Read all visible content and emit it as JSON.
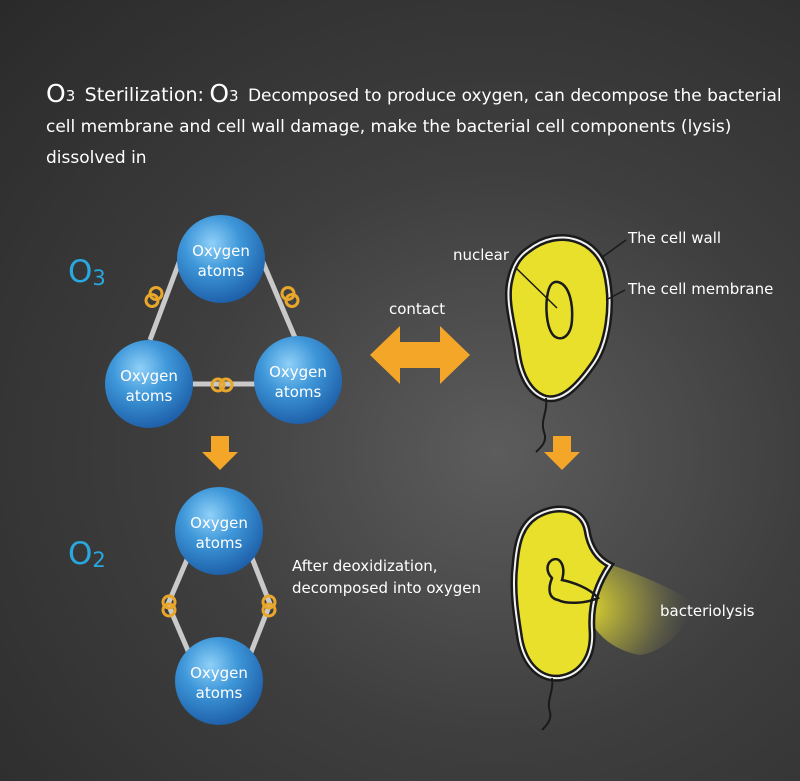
{
  "headline": {
    "o3_symbol": "O",
    "o3_subscript": "3",
    "title": "Sterilization:",
    "body": "Decomposed to produce oxygen, can decompose the bacterial cell membrane and cell wall damage, make the bacterial cell components (lysis) dissolved in"
  },
  "formulas": {
    "o3": {
      "symbol": "O",
      "subscript": "3"
    },
    "o2": {
      "symbol": "O",
      "subscript": "2"
    }
  },
  "atom_label": "Oxygen atoms",
  "labels": {
    "contact": "contact",
    "nuclear": "nuclear",
    "cell_wall": "The cell wall",
    "cell_membrane": "The cell membrane",
    "deoxidization": "After deoxidization, decomposed into oxygen",
    "bacteriolysis": "bacteriolysis"
  },
  "colors": {
    "atom_blue": "#3e97d9",
    "bond_gold": "#e8a72b",
    "arrow_orange": "#f4a629",
    "cell_yellow": "#e8e02b",
    "formula_blue": "#29a8e0"
  }
}
